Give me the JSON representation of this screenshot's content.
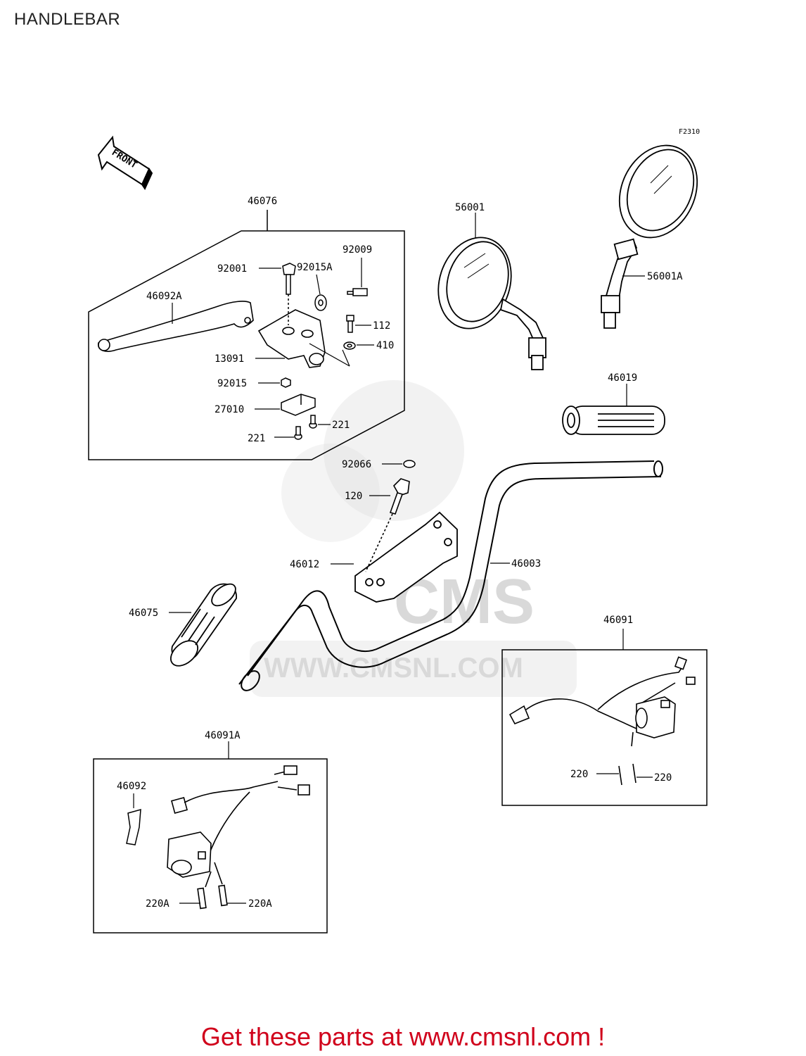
{
  "page": {
    "title": "HANDLEBAR",
    "footer_text": "Get these parts at www.cmsnl.com !",
    "figure_code": "F2310",
    "front_marker": "FRONT"
  },
  "watermark": {
    "logo_text": "CMS",
    "url_text": "WWW.CMSNL.COM"
  },
  "parts": {
    "p46076": "46076",
    "p92009": "92009",
    "p92001": "92001",
    "p92015A": "92015A",
    "p46092A": "46092A",
    "p112": "112",
    "p410": "410",
    "p13091": "13091",
    "p92015": "92015",
    "p27010": "27010",
    "p221a": "221",
    "p221b": "221",
    "p56001": "56001",
    "p56001A": "56001A",
    "p46019": "46019",
    "p92066": "92066",
    "p120": "120",
    "p46012": "46012",
    "p46003": "46003",
    "p46075": "46075",
    "p46091": "46091",
    "p220a": "220",
    "p220b": "220",
    "p46091A": "46091A",
    "p46092": "46092",
    "p220Aa": "220A",
    "p220Ab": "220A"
  },
  "colors": {
    "line": "#000000",
    "footer": "#d0011b",
    "watermark": "#d9d9d9"
  }
}
